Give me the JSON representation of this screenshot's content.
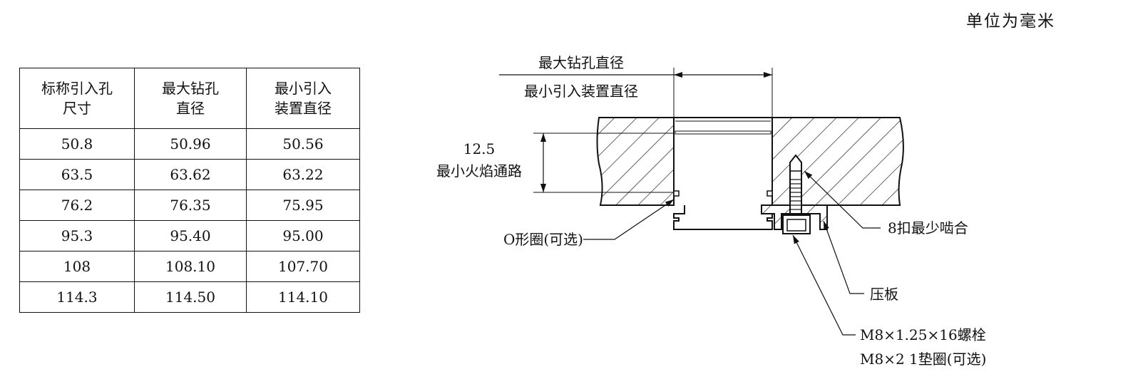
{
  "unit_note": "单位为毫米",
  "table": {
    "headers": [
      [
        "标称引入孔",
        "尺寸"
      ],
      [
        "最大钻孔",
        "直径"
      ],
      [
        "最小引入",
        "装置直径"
      ]
    ],
    "rows": [
      [
        "50.8",
        "50.96",
        "50.56"
      ],
      [
        "63.5",
        "63.62",
        "63.22"
      ],
      [
        "76.2",
        "76.35",
        "75.95"
      ],
      [
        "95.3",
        "95.40",
        "95.00"
      ],
      [
        "108",
        "108.10",
        "107.70"
      ],
      [
        "114.3",
        "114.50",
        "114.10"
      ]
    ]
  },
  "drawing": {
    "dim_top_1": "最大钻孔直径",
    "dim_top_2": "最小引入装置直径",
    "dim_side_value": "12.5",
    "dim_side_label": "最小火焰通路",
    "label_oring": "O形圈(可选)",
    "label_thread": "8扣最少啮合",
    "label_clamp": "压板",
    "label_bolt": "M8×1.25×16螺栓",
    "label_washer": "M8×2 1垫圈(可选)"
  }
}
